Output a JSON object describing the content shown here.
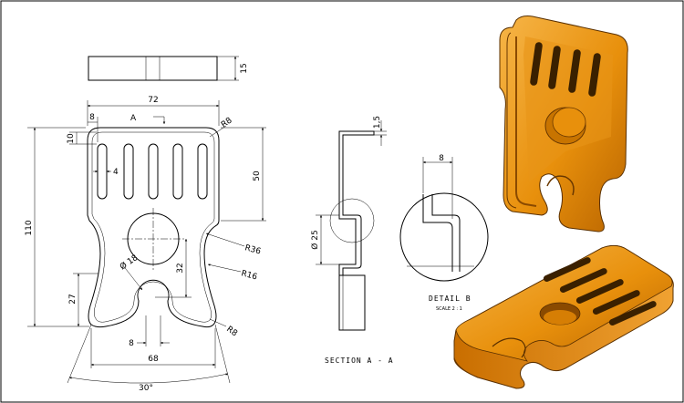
{
  "dimensions": {
    "height_15": "15",
    "width_72": "72",
    "corner_r8_top": "R8",
    "slot_offset_8": "8",
    "slot_top_10": "10",
    "slot_width_4": "4",
    "height_50": "50",
    "height_110": "110",
    "radius_r36": "R36",
    "radius_r16": "R16",
    "dia_18": "Ø 18",
    "dist_32": "32",
    "height_27": "27",
    "corner_r8_bottom": "R8",
    "neck_8": "8",
    "width_68": "68",
    "angle_30": "30°",
    "thickness_1_5": "1,5",
    "dia_25": "Ø 25",
    "detail_8": "8"
  },
  "labels": {
    "section_letter": "A",
    "section_caption": "SECTION A - A",
    "detail_caption": "DETAIL B",
    "detail_scale": "SCALE 2 : 1"
  },
  "colors": {
    "line": "#000000",
    "part_orange": "#E8900C",
    "part_dark": "#9A5200",
    "part_light": "#F6B548"
  }
}
